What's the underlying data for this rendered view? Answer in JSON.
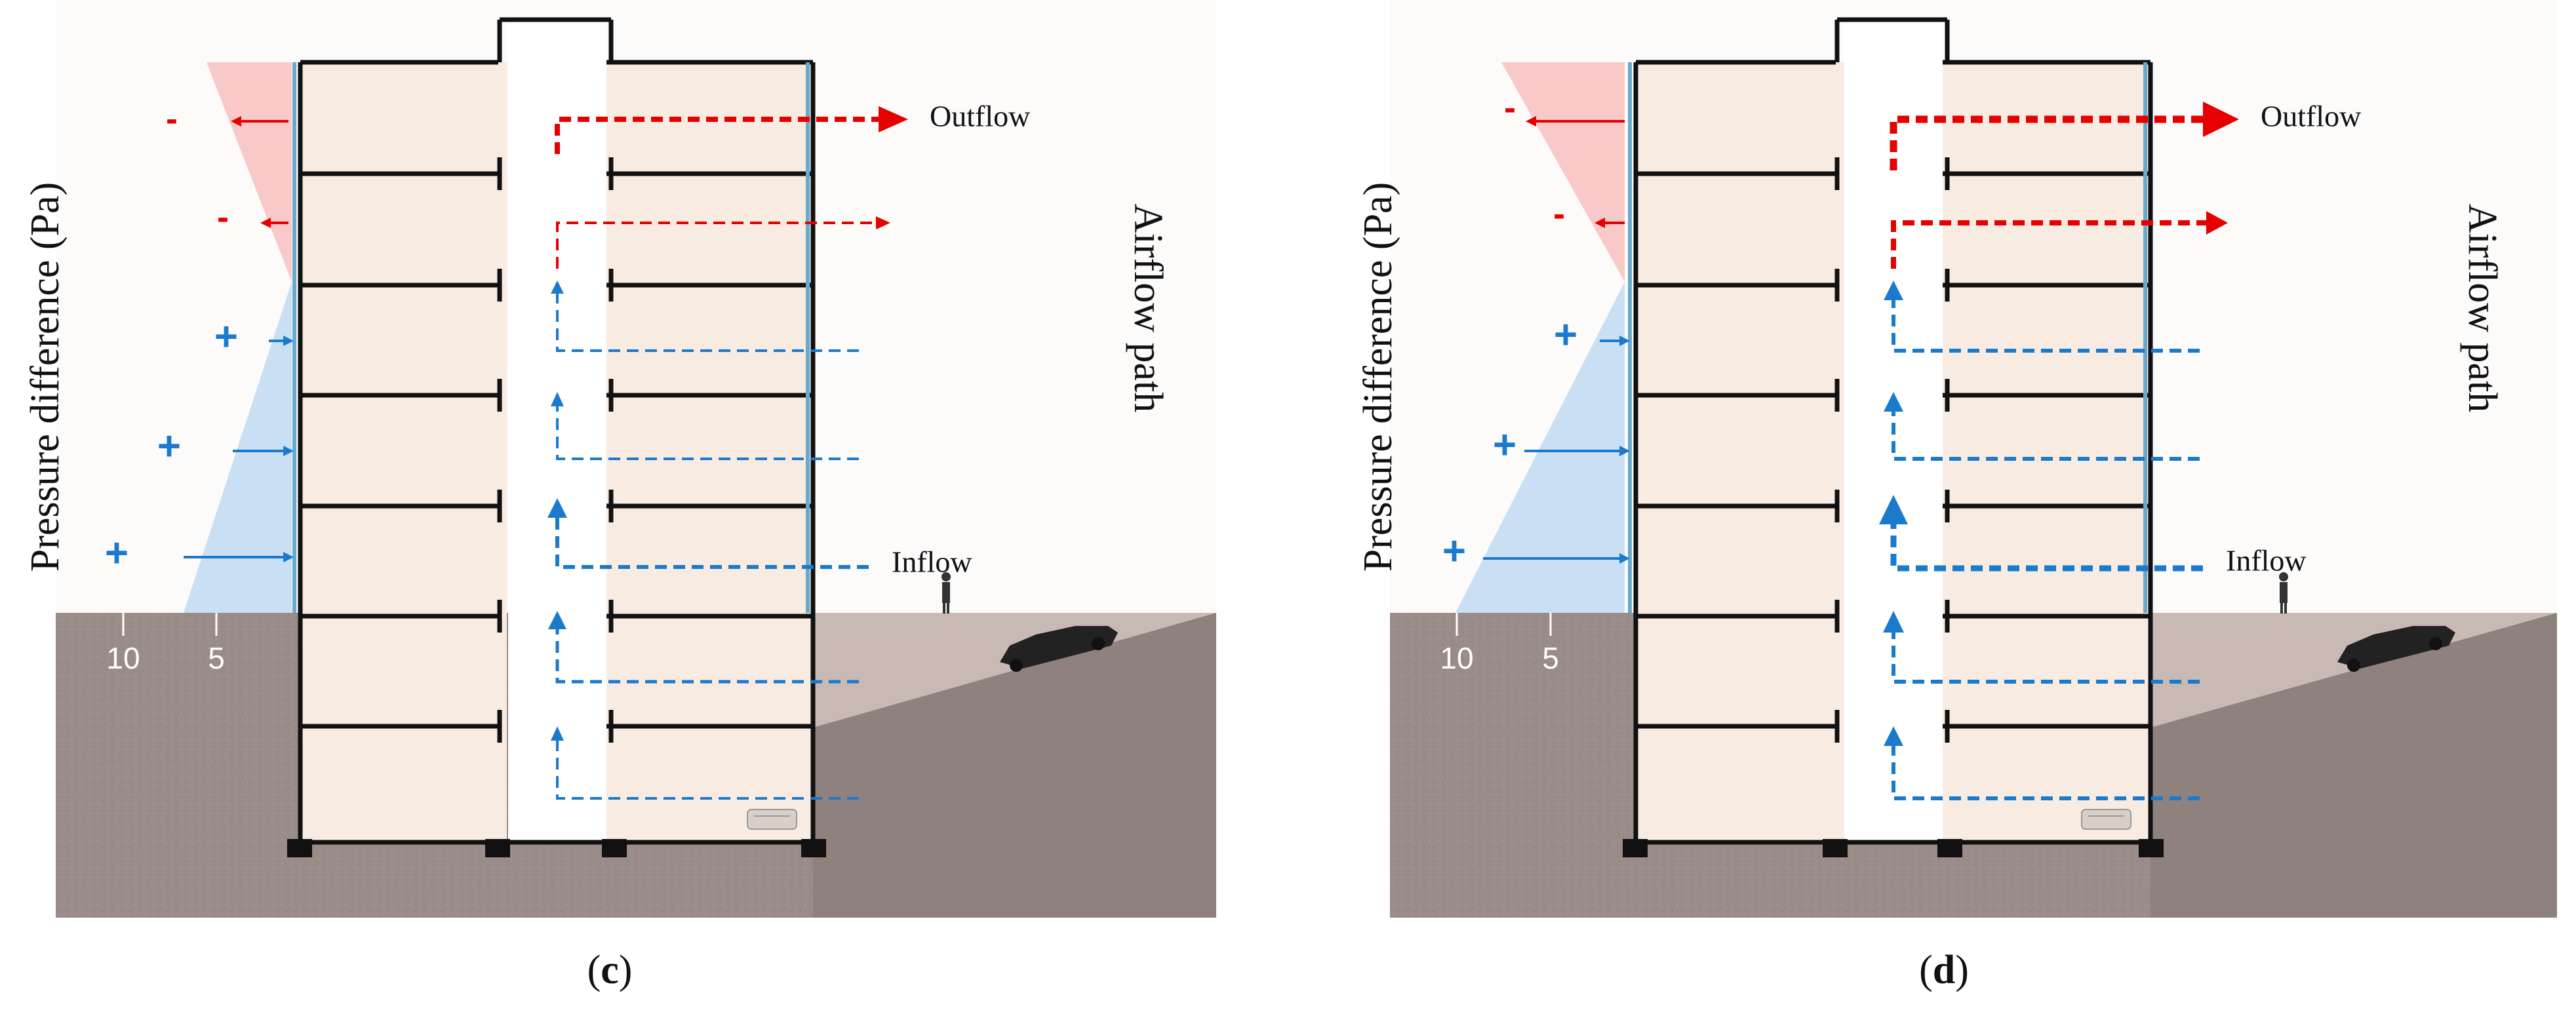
{
  "panels": [
    {
      "caption_letter": "c",
      "pressure_axis_label": "Pressure difference (Pa)",
      "path_label": "Airflow path",
      "outflow_label": "Outflow",
      "inflow_label": "Inflow",
      "ticks": [
        "10",
        "5"
      ],
      "signs": [
        "-",
        "-",
        "+",
        "+",
        "+"
      ],
      "arrow_style": "thin"
    },
    {
      "caption_letter": "d",
      "pressure_axis_label": "Pressure difference (Pa)",
      "path_label": "Airflow path",
      "outflow_label": "Outflow",
      "inflow_label": "Inflow",
      "ticks": [
        "10",
        "5"
      ],
      "signs": [
        "-",
        "-",
        "+",
        "+",
        "+"
      ],
      "arrow_style": "thick"
    }
  ],
  "colors": {
    "negative": "#e60000",
    "positive": "#1a7acc",
    "negative_fill": "#f9c9c9",
    "positive_fill": "#c9e0f4",
    "ground": "#9a8c88",
    "room": "#f8ece2",
    "walls": "#111111"
  }
}
